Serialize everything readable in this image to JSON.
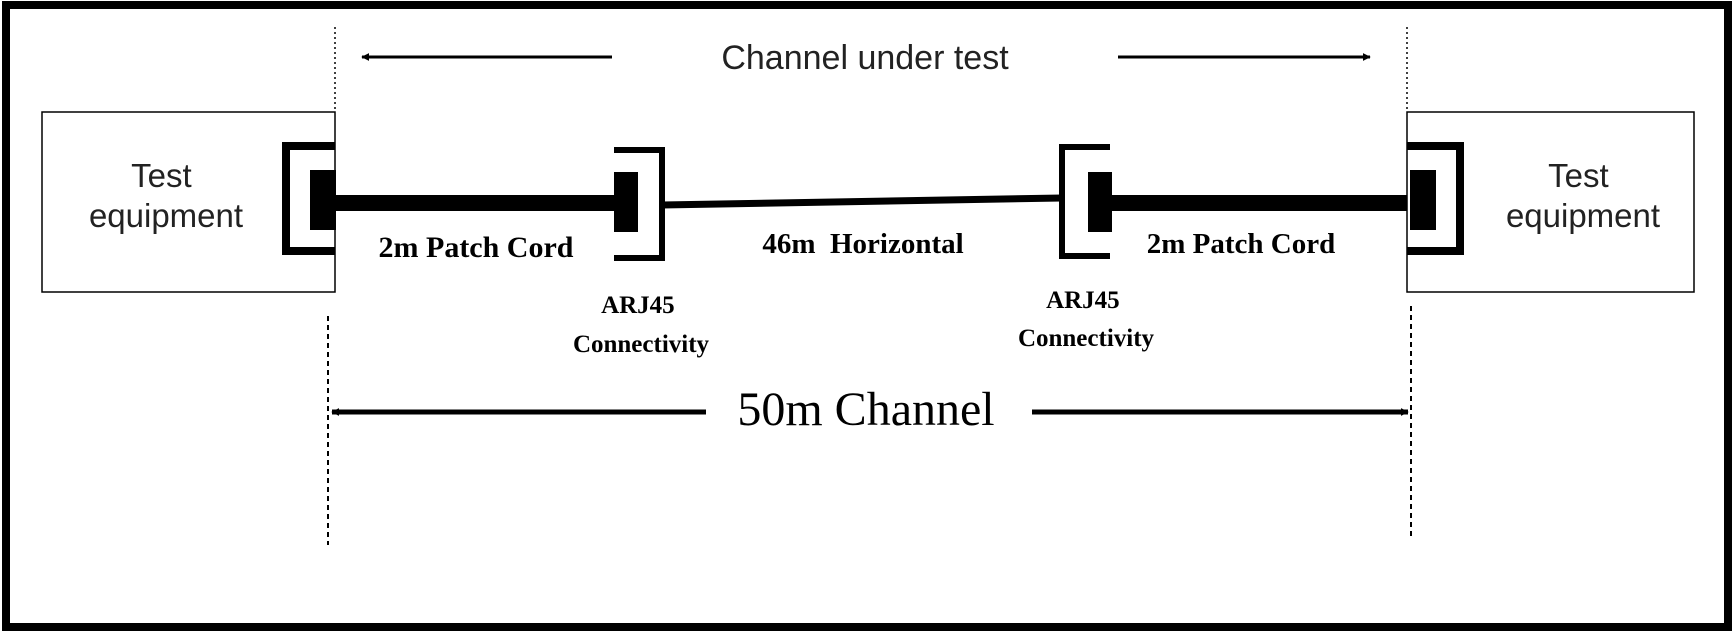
{
  "diagram": {
    "top_label": "Channel under test",
    "left_equipment": [
      "Test",
      "equipment"
    ],
    "right_equipment": [
      "Test",
      "equipment"
    ],
    "left_patch_label": "2m Patch Cord",
    "horizontal_label": "46m  Horizontal",
    "right_patch_label": "2m Patch Cord",
    "left_connector_label": [
      "ARJ45",
      "Connectivity"
    ],
    "right_connector_label": [
      "ARJ45",
      "Connectivity"
    ],
    "channel_label": "50m Channel"
  }
}
